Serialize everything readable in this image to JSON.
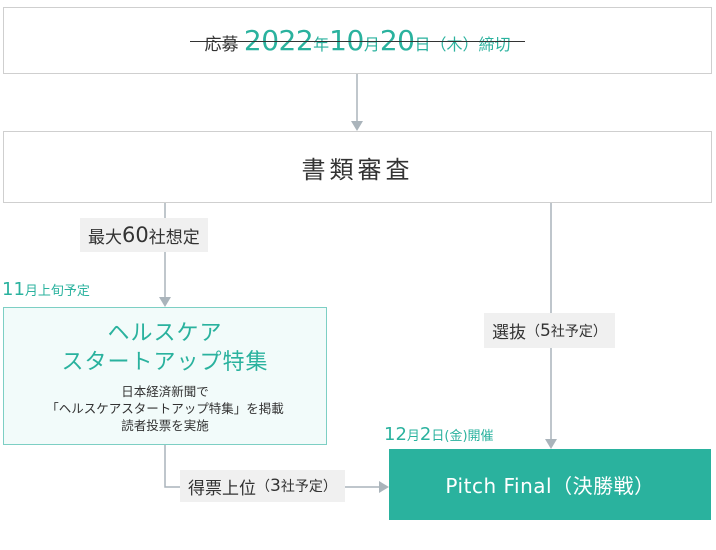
{
  "deadline": {
    "prefix": "応募",
    "year": "2022",
    "year_unit": "年",
    "month": "10",
    "month_unit": "月",
    "day": "20",
    "day_unit": "日",
    "weekday": "（木）",
    "suffix": "締切"
  },
  "review": {
    "title": "書類審査"
  },
  "branch_left": {
    "label_prefix": "最大",
    "label_num": "60",
    "label_suffix": "社想定"
  },
  "schedule_nov": {
    "num": "11",
    "text": "月上旬予定"
  },
  "health_box": {
    "title_line1": "ヘルスケア",
    "title_line2": "スタートアップ特集",
    "sub_line1": "日本経済新聞で",
    "sub_line2": "「ヘルスケアスタートアップ特集」を掲載",
    "sub_line3": "読者投票を実施"
  },
  "branch_right": {
    "label": "選抜",
    "paren_open": "（",
    "num": "5",
    "paren_text": "社予定）"
  },
  "schedule_dec": {
    "num1": "12",
    "month_unit": "月",
    "num2": "2",
    "rest": "日(金)開催"
  },
  "branch_bottom": {
    "label": "得票上位",
    "paren_open": "（",
    "num": "3",
    "paren_text": "社予定）"
  },
  "final": {
    "title": "Pitch Final（決勝戦）"
  },
  "colors": {
    "accent": "#2ab29e",
    "line": "#aab4bb",
    "border": "#cfcfcf",
    "label_bg": "#f0f0f0"
  }
}
